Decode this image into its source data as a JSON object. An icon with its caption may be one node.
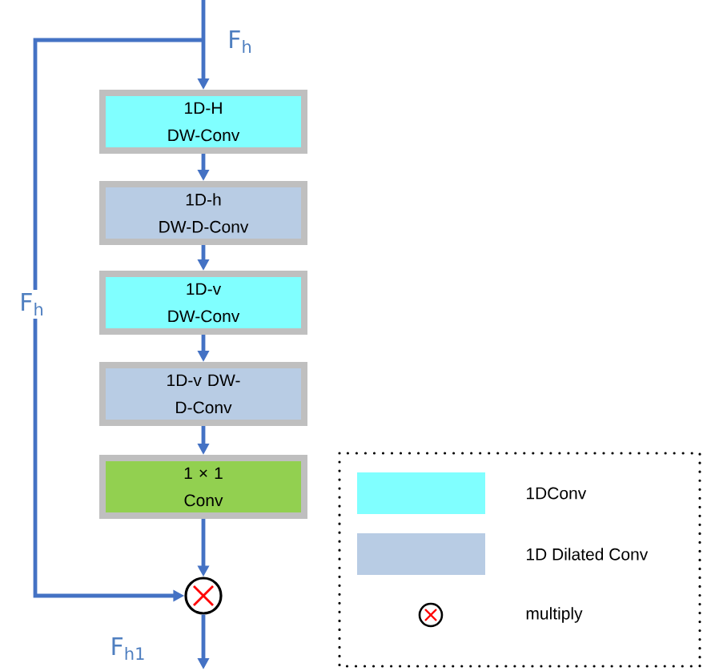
{
  "diagram": {
    "nodes": [
      {
        "text": [
          "1D-H DW-Conv"
        ]
      },
      {
        "text": [
          "1D-h DW-D-Conv"
        ]
      },
      {
        "text": [
          "1D-v DW-Conv"
        ]
      },
      {
        "text": [
          "1D-v DW-D-Conv"
        ]
      },
      {
        "text": [
          "1 × 1 Conv"
        ]
      },
      {
        "text": [],
        "shape": "circle"
      }
    ],
    "edges": [
      {
        "from": null,
        "to": 0,
        "arrow": "to",
        "label": "F$_{h}$"
      },
      {
        "from": 0,
        "to": 1,
        "arrow": "to"
      },
      {
        "from": 1,
        "to": 2,
        "arrow": "to"
      },
      {
        "from": 2,
        "to": 3,
        "arrow": "to"
      },
      {
        "from": 3,
        "to": 4,
        "arrow": "to"
      },
      {
        "from": 4,
        "to": 5,
        "arrow": "to"
      },
      {
        "from": null,
        "to": 5,
        "arrow": "to",
        "label": "F$_{h}$"
      },
      {
        "from": 5,
        "to": null,
        "arrow": "to",
        "label": "F$_{h1}$"
      }
    ],
    "legend": [
      {
        "text": "1DConv",
        "color": "#80ffff"
      },
      {
        "text": "1D Dilated Conv",
        "color": "#b8cce4"
      },
      {
        "text": "multiply"
      }
    ]
  }
}
